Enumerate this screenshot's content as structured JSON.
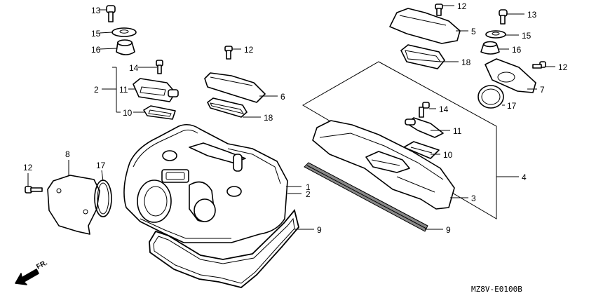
{
  "diagram": {
    "code": "MZ8V-E0100B",
    "direction": "FR.",
    "callouts": {
      "c13a": "13",
      "c15a": "15",
      "c16a": "16",
      "c14a": "14",
      "c2a": "2",
      "c11a": "11",
      "c10a": "10",
      "c12a": "12",
      "c6": "6",
      "c18a": "18",
      "c1": "1",
      "c2b": "2",
      "c9a": "9",
      "c8": "8",
      "c17a": "17",
      "c12b": "12",
      "c12c": "12",
      "c5": "5",
      "c18b": "18",
      "c13b": "13",
      "c15b": "15",
      "c16b": "16",
      "c12d": "12",
      "c7": "7",
      "c17b": "17",
      "c14b": "14",
      "c11b": "11",
      "c10b": "10",
      "c4": "4",
      "c3": "3",
      "c9b": "9"
    }
  }
}
